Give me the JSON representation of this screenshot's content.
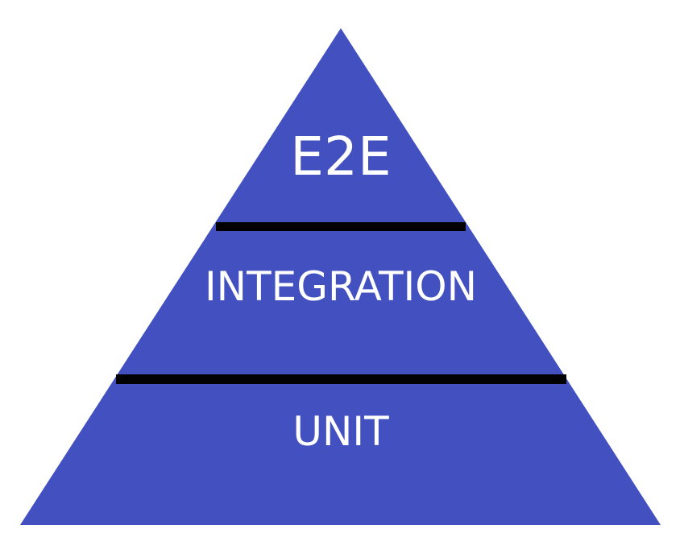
{
  "diagram": {
    "type": "pyramid",
    "fill_color": "#4350c0",
    "divider_color": "#000000",
    "background_color": "#ffffff",
    "tiers": [
      {
        "label": "E2E"
      },
      {
        "label": "INTEGRATION"
      },
      {
        "label": "UNIT"
      }
    ]
  }
}
